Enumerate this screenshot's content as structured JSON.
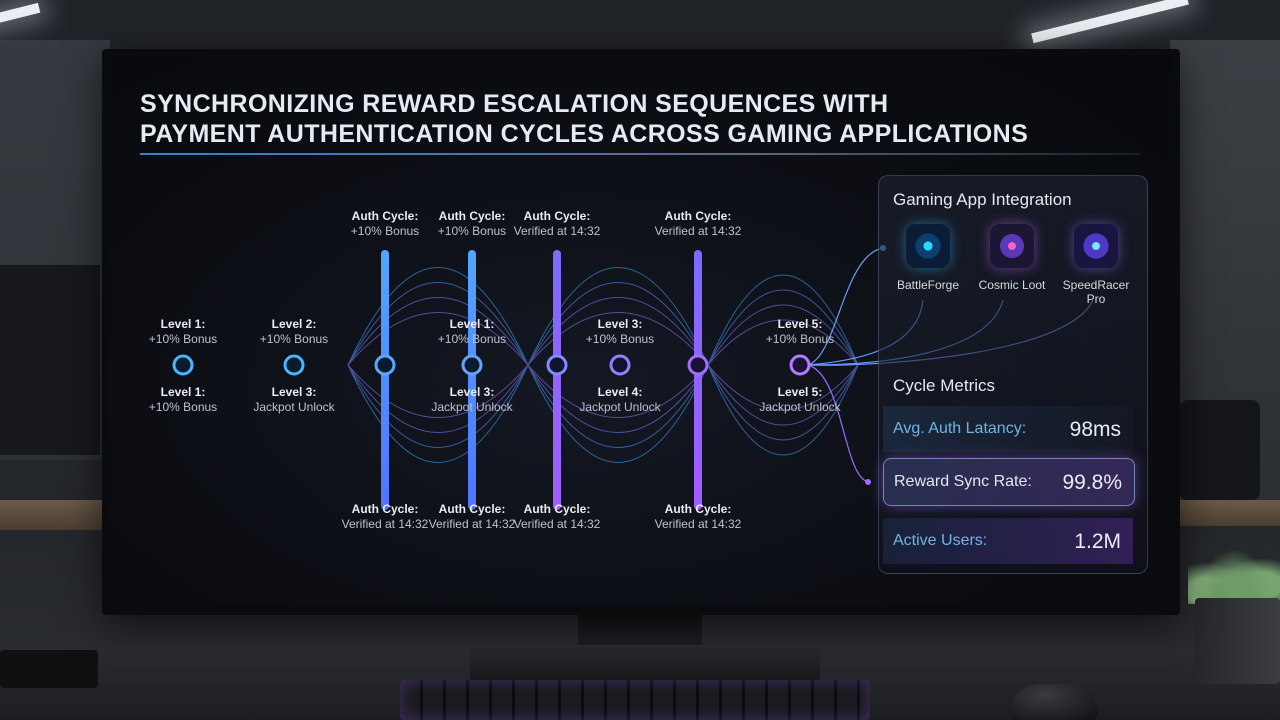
{
  "title": {
    "line1": "SYNCHRONIZING  REWARD  ESCALATION  SEQUENCES    WITH",
    "line2": "PAYMENT AUTHENTICATION CYCLES ACROSS GAMING APPLICATIONS"
  },
  "top_auth_labels": [
    {
      "l1": "Auth Cycle:",
      "l2": "+10% Bonus"
    },
    {
      "l1": "Auth Cycle:",
      "l2": "+10% Bonus"
    },
    {
      "l1": "Auth Cycle:",
      "l2": "Verified at 14:32"
    },
    {
      "l1": "Auth Cycle:",
      "l2": "Verified at 14:32"
    }
  ],
  "upper_level_labels": [
    {
      "l1": "Level 1:",
      "l2": "+10% Bonus"
    },
    {
      "l1": "Level 2:",
      "l2": "+10% Bonus"
    },
    {
      "l1": "Level 1:",
      "l2": "+10% Bonus"
    },
    {
      "l1": "Level 3:",
      "l2": "+10% Bonus"
    },
    {
      "l1": "Level 5:",
      "l2": "+10% Bonus"
    }
  ],
  "lower_level_labels": [
    {
      "l1": "Level 1:",
      "l2": "+10% Bonus"
    },
    {
      "l1": "Level 3:",
      "l2": "Jackpot Unlock"
    },
    {
      "l1": "Level 3:",
      "l2": "Jackpot Unlock"
    },
    {
      "l1": "Level 4:",
      "l2": "Jackpot Unlock"
    },
    {
      "l1": "Level 5:",
      "l2": "Jackpot Unlock"
    }
  ],
  "bottom_auth_labels": [
    {
      "l1": "Auth Cycle:",
      "l2": "Verified at 14:32"
    },
    {
      "l1": "Auth Cycle:",
      "l2": "Verified at 14:32"
    },
    {
      "l1": "Auth Cycle:",
      "l2": "Verified at 14:32"
    },
    {
      "l1": "Auth Cycle:",
      "l2": "Verified at 14:32"
    }
  ],
  "panel": {
    "integration_title": "Gaming App Integration",
    "apps": [
      {
        "name": "BattleForge",
        "icon": "battleforge-icon"
      },
      {
        "name": "Cosmic Loot",
        "icon": "cosmic-loot-icon"
      },
      {
        "name": "SpeedRacer Pro",
        "icon": "speedracer-icon"
      }
    ],
    "metrics_title": "Cycle Metrics",
    "metrics": [
      {
        "label": "Avg. Auth Latancy:",
        "value": "98ms"
      },
      {
        "label": "Reward Sync Rate:",
        "value": "99.8%"
      },
      {
        "label": "Active Users:",
        "value": "1.2M"
      }
    ]
  },
  "colors": {
    "accent_blue": "#3aa8ff",
    "accent_purple": "#a56bff",
    "screen_bg": "#0b0d12"
  }
}
